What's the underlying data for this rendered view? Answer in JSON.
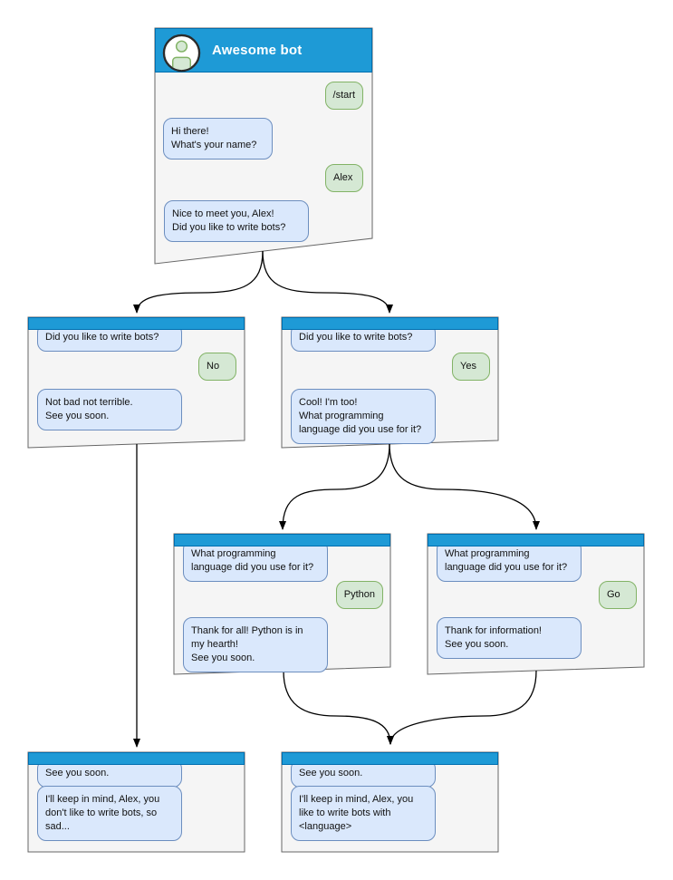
{
  "diagram": {
    "type": "chatbot-conversation-flow",
    "colors": {
      "header_blue": "#1e9ad6",
      "header_stroke": "#006eaf",
      "bot_bubble_fill": "#dae8fc",
      "bot_bubble_stroke": "#6c8ebf",
      "user_bubble_fill": "#d5e8d4",
      "user_bubble_stroke": "#82b366",
      "window_fill": "#f5f5f5",
      "window_stroke": "#666666",
      "edge_color": "#000000"
    }
  },
  "windows": [
    {
      "id": "root",
      "title": "Awesome bot",
      "avatar_icon": "person-avatar-icon",
      "messages": [
        {
          "from": "user",
          "text": "/start"
        },
        {
          "from": "bot",
          "text": "Hi there!\nWhat's your name?"
        },
        {
          "from": "user",
          "text": "Alex"
        },
        {
          "from": "bot",
          "text": "Nice to meet you, Alex!\nDid you like to write bots?"
        }
      ]
    },
    {
      "id": "branch-no",
      "messages": [
        {
          "from": "bot",
          "text": "Did you like to write bots?"
        },
        {
          "from": "user",
          "text": "No"
        },
        {
          "from": "bot",
          "text": "Not bad not terrible.\nSee you soon."
        }
      ]
    },
    {
      "id": "branch-yes",
      "messages": [
        {
          "from": "bot",
          "text": "Did you like to write bots?"
        },
        {
          "from": "user",
          "text": "Yes"
        },
        {
          "from": "bot",
          "text": "Cool! I'm too!\nWhat programming\nlanguage did you use for it?"
        }
      ]
    },
    {
      "id": "branch-python",
      "messages": [
        {
          "from": "bot",
          "text": "What programming\nlanguage did you use for it?"
        },
        {
          "from": "user",
          "text": "Python"
        },
        {
          "from": "bot",
          "text": "Thank for all! Python is in\nmy hearth!\nSee you soon."
        }
      ]
    },
    {
      "id": "branch-go",
      "messages": [
        {
          "from": "bot",
          "text": "What programming\nlanguage did you use for it?"
        },
        {
          "from": "user",
          "text": "Go"
        },
        {
          "from": "bot",
          "text": "Thank for information!\nSee you soon."
        }
      ]
    },
    {
      "id": "end-no",
      "messages": [
        {
          "from": "bot",
          "text": "See you soon."
        },
        {
          "from": "bot",
          "text": "I'll keep in mind, Alex, you\ndon't like to write bots, so\nsad..."
        }
      ]
    },
    {
      "id": "end-yes",
      "messages": [
        {
          "from": "bot",
          "text": "See you soon."
        },
        {
          "from": "bot",
          "text": "I'll keep in mind, Alex, you\nlike to write bots with\n<language>"
        }
      ]
    }
  ]
}
